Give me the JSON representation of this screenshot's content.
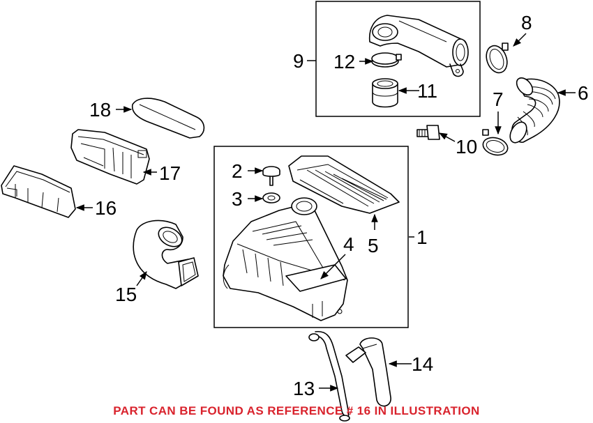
{
  "callouts": {
    "c1": "1",
    "c2": "2",
    "c3": "3",
    "c4": "4",
    "c5": "5",
    "c6": "6",
    "c7": "7",
    "c8": "8",
    "c9": "9",
    "c10": "10",
    "c11": "11",
    "c12": "12",
    "c13": "13",
    "c14": "14",
    "c15": "15",
    "c16": "16",
    "c17": "17",
    "c18": "18"
  },
  "footer_note": "PART CAN BE FOUND AS REFERENCE # 16 IN ILLUSTRATION",
  "colors": {
    "note": "#d9232d",
    "line": "#000000",
    "background": "#ffffff"
  }
}
